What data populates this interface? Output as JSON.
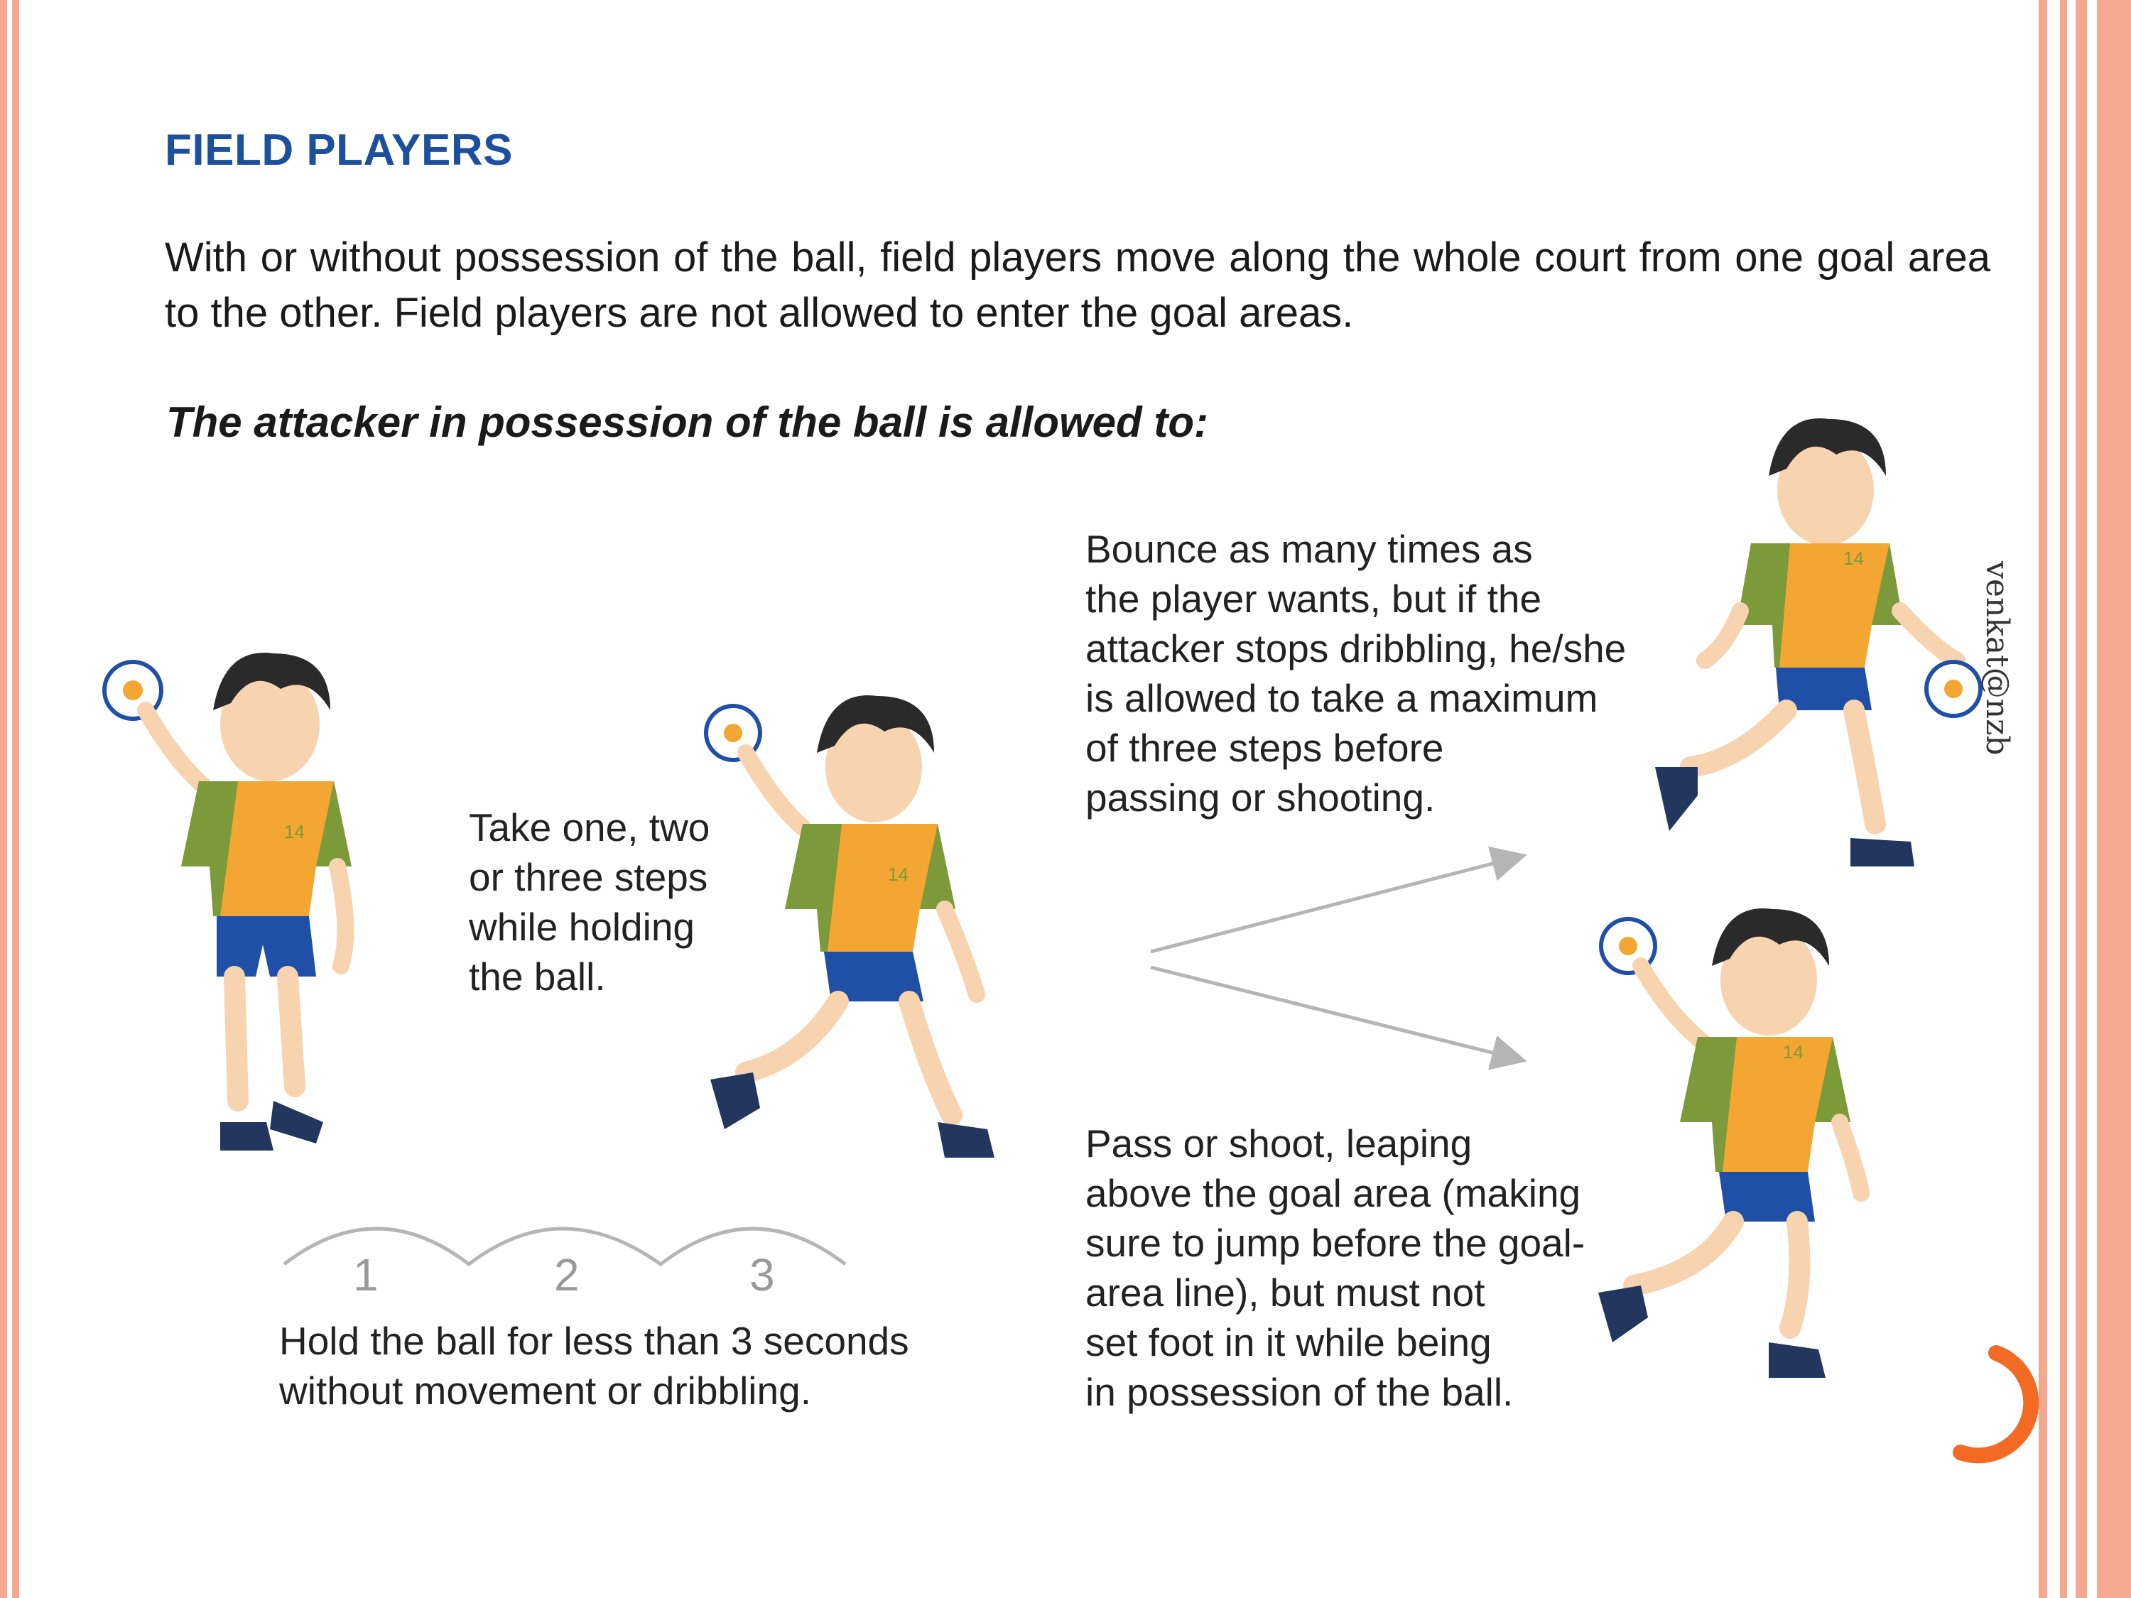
{
  "slide": {
    "heading": "FIELD PLAYERS",
    "intro": "With or without possession of the ball, field players move along the whole court from one goal area to the other. Field players are not allowed to enter the goal areas.",
    "subheading": "The attacker in possession of the ball is allowed to:",
    "watermark": "venkat@nzb"
  },
  "captions": {
    "steps": [
      "Take one, two",
      "or three steps",
      "while holding",
      "the ball."
    ],
    "bounce": [
      "Bounce as many times as",
      "the player wants, but if the",
      "attacker stops dribbling, he/she",
      "is allowed to take a maximum",
      "of three steps before",
      "passing or shooting."
    ],
    "hold": [
      "Hold the ball for less than 3 seconds",
      "without movement or dribbling."
    ],
    "pass": [
      "Pass or shoot, leaping",
      "above the goal area (making",
      "sure to jump before the goal-",
      "area line), but must not",
      "set foot in it while being",
      "in possession of the ball."
    ]
  },
  "step_numbers": [
    "1",
    "2",
    "3"
  ],
  "jersey_number": "14",
  "colors": {
    "heading": "#1c4f9c",
    "border": "#f5a98e",
    "jersey": "#f4a633",
    "sleeve": "#7d9a3a",
    "shorts": "#1f4fa6",
    "hair": "#2a2a2a",
    "skin": "#f7d3b0",
    "arrow": "#b5b5b5",
    "accent": "#f36a24"
  }
}
